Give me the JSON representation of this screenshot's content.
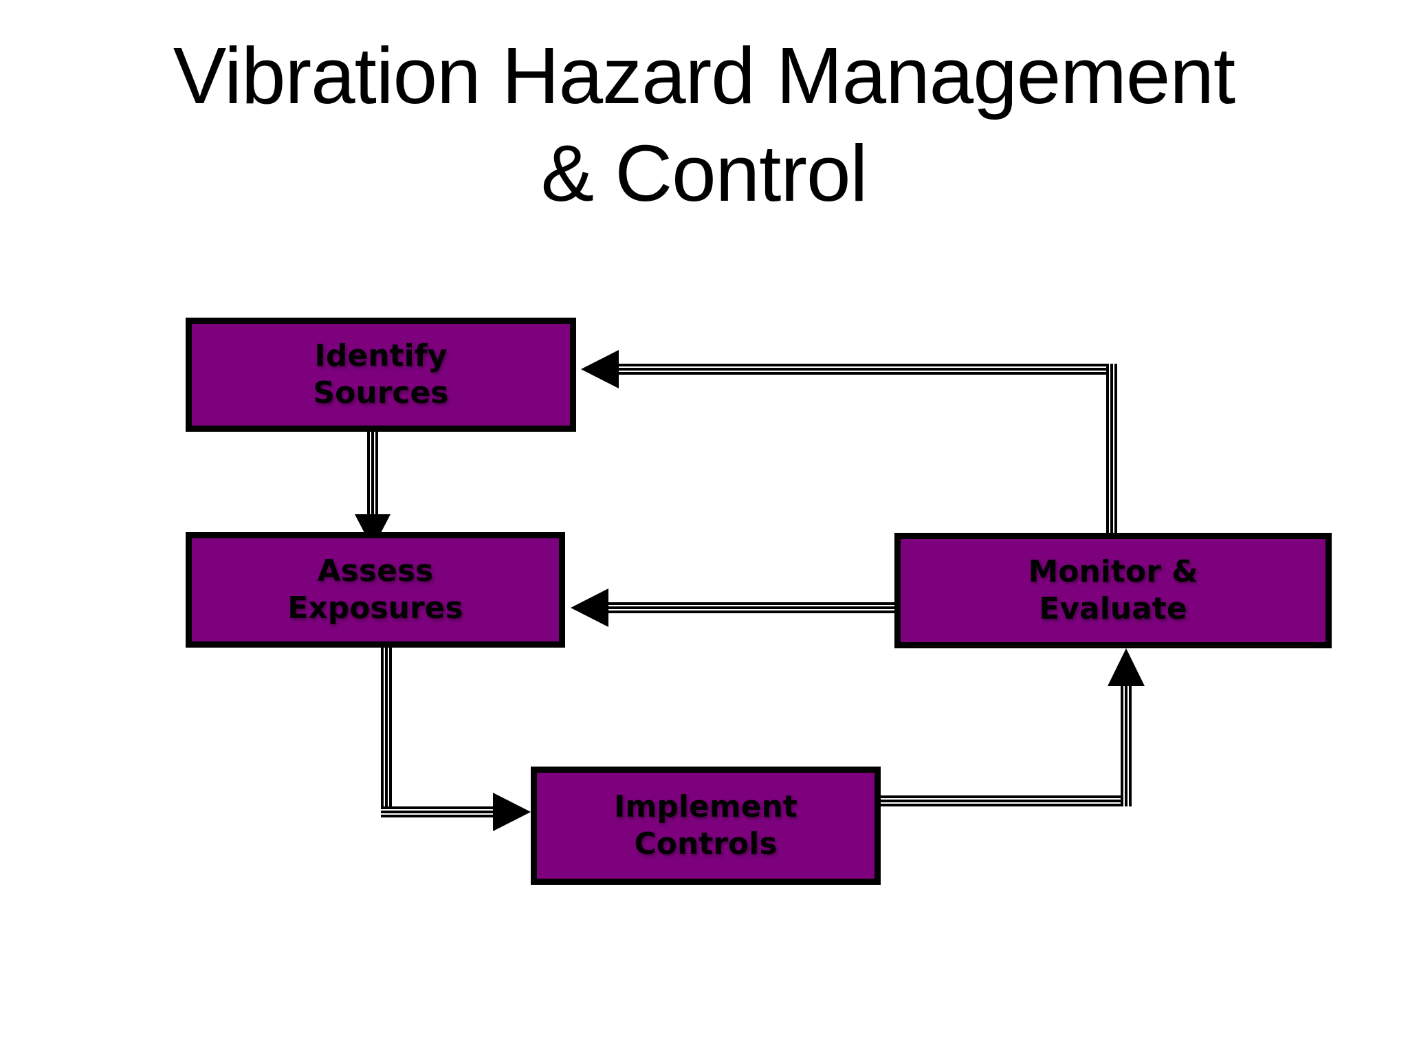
{
  "slide": {
    "title_line1": "Vibration Hazard Management",
    "title_line2": "& Control"
  },
  "diagram": {
    "nodes": [
      {
        "id": "identify-sources",
        "line1": "Identify",
        "line2": "Sources"
      },
      {
        "id": "assess-exposures",
        "line1": "Assess",
        "line2": "Exposures"
      },
      {
        "id": "monitor-evaluate",
        "line1": "Monitor &",
        "line2": "Evaluate"
      },
      {
        "id": "implement-controls",
        "line1": "Implement",
        "line2": "Controls"
      }
    ],
    "edges": [
      {
        "from": "identify-sources",
        "to": "assess-exposures",
        "style": "triple-line-arrow"
      },
      {
        "from": "assess-exposures",
        "to": "implement-controls",
        "style": "triple-line-arrow"
      },
      {
        "from": "implement-controls",
        "to": "monitor-evaluate",
        "style": "triple-line-arrow"
      },
      {
        "from": "monitor-evaluate",
        "to": "assess-exposures",
        "style": "triple-line-arrow"
      },
      {
        "from": "monitor-evaluate",
        "to": "identify-sources",
        "style": "triple-line-arrow"
      }
    ],
    "colors": {
      "background": "#FFFFFF",
      "node_fill": "#7D017D",
      "node_border": "#000000",
      "arrow": "#000000",
      "title_text": "#000000",
      "node_text": "#000000"
    }
  }
}
